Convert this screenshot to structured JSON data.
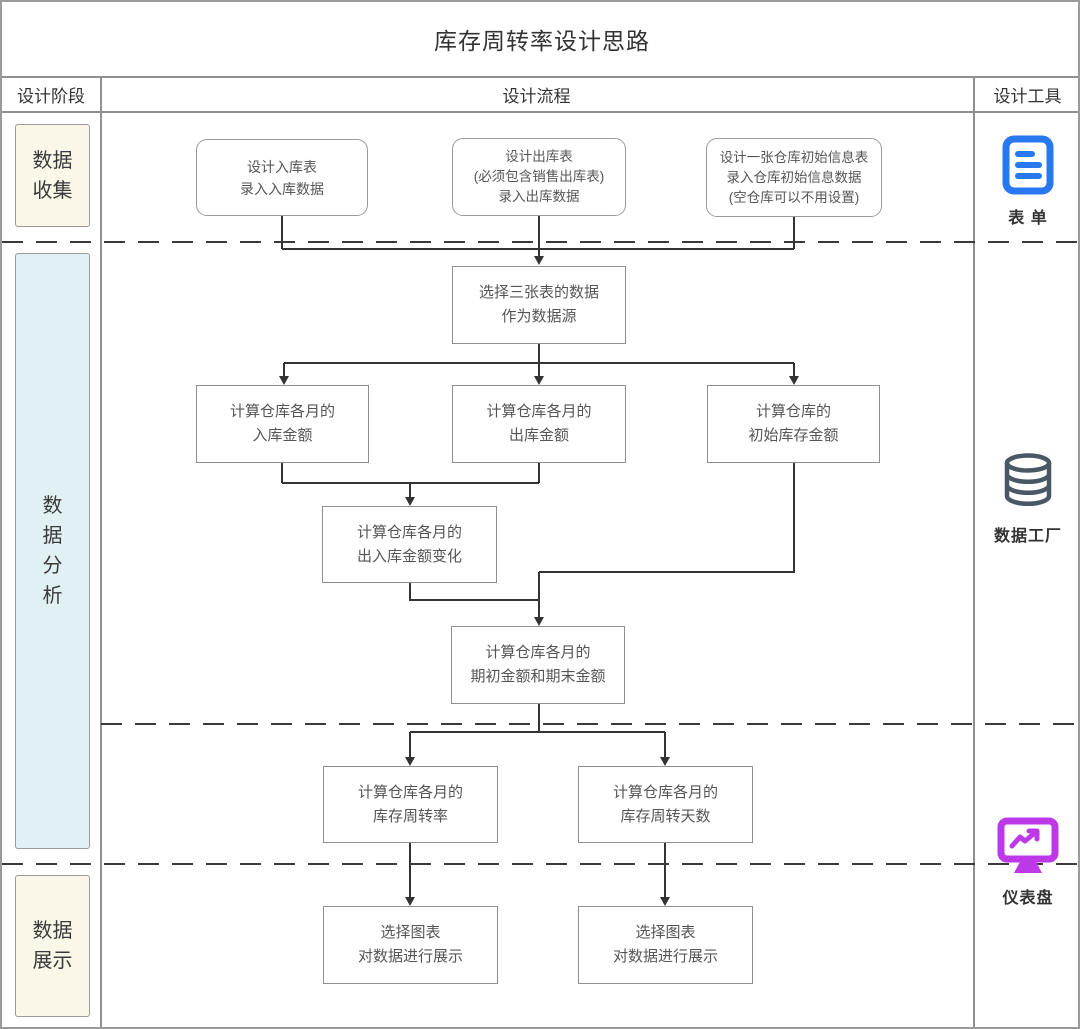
{
  "title": "库存周转率设计思路",
  "header": {
    "stage_col": "设计阶段",
    "flow_col": "设计流程",
    "tools_col": "设计工具"
  },
  "stages": {
    "collect": "数据\n收集",
    "analyze": "数\n据\n分\n析",
    "display": "数据\n展示"
  },
  "flow": {
    "design_inbound": "设计入库表\n录入入库数据",
    "design_outbound": "设计出库表\n(必须包含销售出库表)\n录入出库数据",
    "design_initial": "设计一张仓库初始信息表\n录入仓库初始信息数据\n(空仓库可以不用设置)",
    "select_source": "选择三张表的数据\n作为数据源",
    "calc_inbound": "计算仓库各月的\n入库金额",
    "calc_outbound": "计算仓库各月的\n出库金额",
    "calc_initial": "计算仓库的\n初始库存金额",
    "calc_change": "计算仓库各月的\n出入库金额变化",
    "calc_period": "计算仓库各月的\n期初金额和期末金额",
    "calc_turnover_rate": "计算仓库各月的\n库存周转率",
    "calc_turnover_days": "计算仓库各月的\n库存周转天数",
    "chart_left": "选择图表\n对数据进行展示",
    "chart_right": "选择图表\n对数据进行展示"
  },
  "tools": {
    "form": {
      "label": "表 单",
      "icon": "form-document-icon",
      "color": "#2878f0"
    },
    "data_factory": {
      "label": "数据工厂",
      "icon": "database-icon",
      "color": "#4a5866"
    },
    "dashboard": {
      "label": "仪表盘",
      "icon": "monitor-chart-icon",
      "color": "#bd39e8"
    }
  },
  "colors": {
    "stage_beige": "#faf6e8",
    "stage_blue": "#e1f1f3",
    "wire": "#333333",
    "box_border": "#8f8f8f"
  }
}
